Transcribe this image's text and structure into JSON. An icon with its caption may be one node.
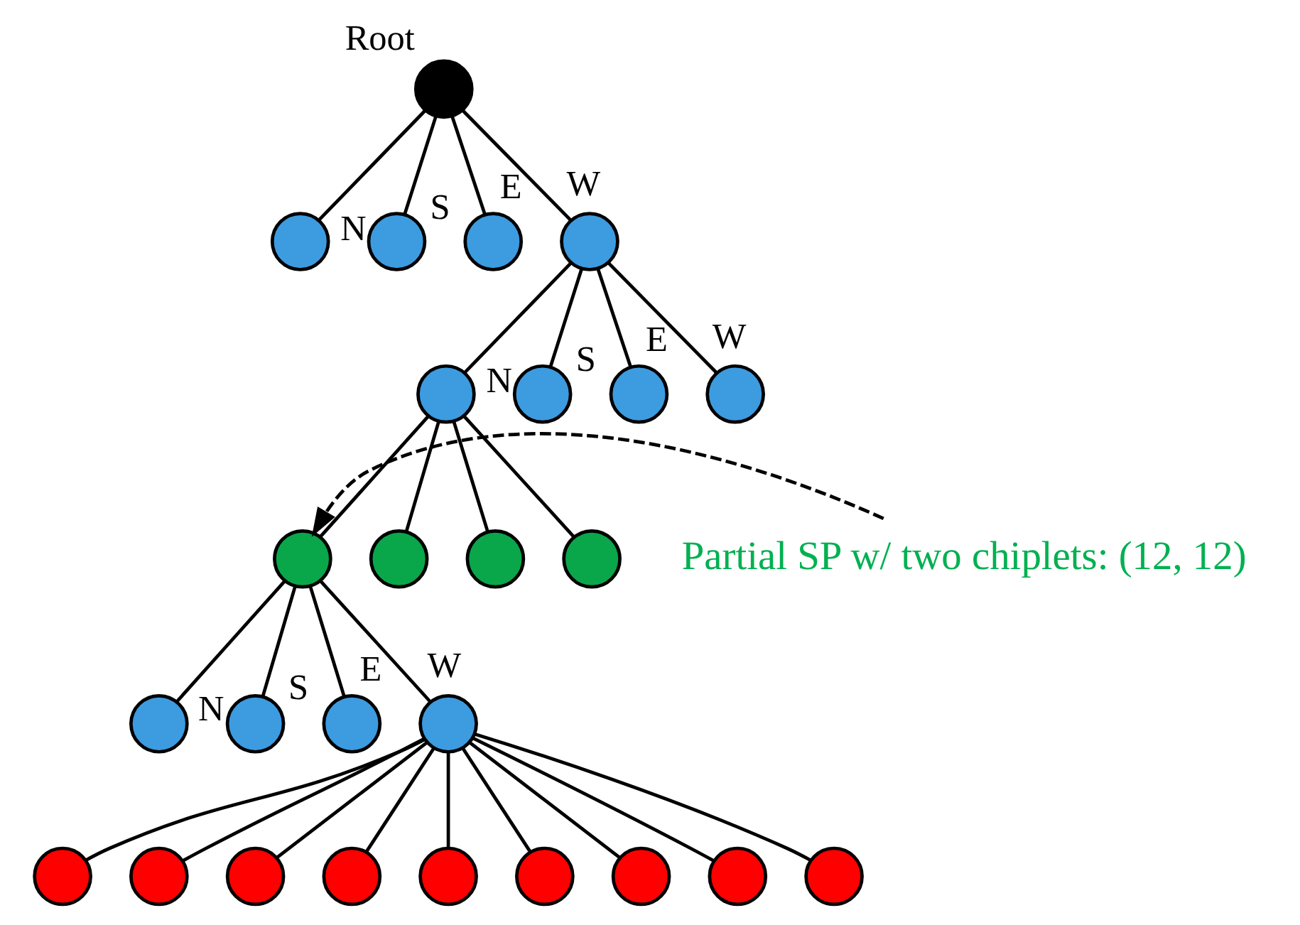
{
  "diagram": {
    "nodes": [
      {
        "text": [],
        "shape": "circle",
        "beside": [
          "Root"
        ]
      },
      {
        "text": [],
        "shape": "circle",
        "beside": [
          "N"
        ]
      },
      {
        "text": [],
        "shape": "circle",
        "beside": [
          "S"
        ]
      },
      {
        "text": [],
        "shape": "circle",
        "beside": [
          "E"
        ]
      },
      {
        "text": [],
        "shape": "circle",
        "beside": [
          "W"
        ]
      },
      {
        "text": [],
        "shape": "circle",
        "beside": [
          "N"
        ]
      },
      {
        "text": [],
        "shape": "circle",
        "beside": [
          "S"
        ]
      },
      {
        "text": [],
        "shape": "circle",
        "beside": [
          "E"
        ]
      },
      {
        "text": [],
        "shape": "circle",
        "beside": [
          "W"
        ]
      },
      {
        "text": [],
        "shape": "circle"
      },
      {
        "text": [],
        "shape": "circle"
      },
      {
        "text": [],
        "shape": "circle"
      },
      {
        "text": [],
        "shape": "circle"
      },
      {
        "text": [],
        "shape": "circle",
        "beside": [
          "N"
        ]
      },
      {
        "text": [],
        "shape": "circle",
        "beside": [
          "S"
        ]
      },
      {
        "text": [],
        "shape": "circle",
        "beside": [
          "E"
        ]
      },
      {
        "text": [],
        "shape": "circle",
        "beside": [
          "W"
        ]
      },
      {
        "text": [],
        "shape": "circle"
      },
      {
        "text": [],
        "shape": "circle"
      },
      {
        "text": [],
        "shape": "circle"
      },
      {
        "text": [],
        "shape": "circle"
      },
      {
        "text": [],
        "shape": "circle"
      },
      {
        "text": [],
        "shape": "circle"
      },
      {
        "text": [],
        "shape": "circle"
      },
      {
        "text": [],
        "shape": "circle"
      },
      {
        "text": [],
        "shape": "circle"
      },
      {
        "text": [
          "Partial SP w/ two chiplets: (12, 12)"
        ]
      }
    ],
    "edges": [
      {
        "from": 0,
        "to": 1,
        "arrow": "none"
      },
      {
        "from": 0,
        "to": 2,
        "arrow": "none"
      },
      {
        "from": 0,
        "to": 3,
        "arrow": "none"
      },
      {
        "from": 0,
        "to": 4,
        "arrow": "none"
      },
      {
        "from": 4,
        "to": 5,
        "arrow": "none"
      },
      {
        "from": 4,
        "to": 6,
        "arrow": "none"
      },
      {
        "from": 4,
        "to": 7,
        "arrow": "none"
      },
      {
        "from": 4,
        "to": 8,
        "arrow": "none"
      },
      {
        "from": 5,
        "to": 9,
        "arrow": "none"
      },
      {
        "from": 5,
        "to": 10,
        "arrow": "none"
      },
      {
        "from": 5,
        "to": 11,
        "arrow": "none"
      },
      {
        "from": 5,
        "to": 12,
        "arrow": "none"
      },
      {
        "from": 9,
        "to": 13,
        "arrow": "none"
      },
      {
        "from": 9,
        "to": 14,
        "arrow": "none"
      },
      {
        "from": 9,
        "to": 15,
        "arrow": "none"
      },
      {
        "from": 9,
        "to": 16,
        "arrow": "none"
      },
      {
        "from": 16,
        "to": 17,
        "arrow": "none"
      },
      {
        "from": 16,
        "to": 18,
        "arrow": "none"
      },
      {
        "from": 16,
        "to": 19,
        "arrow": "none"
      },
      {
        "from": 16,
        "to": 20,
        "arrow": "none"
      },
      {
        "from": 16,
        "to": 21,
        "arrow": "none"
      },
      {
        "from": 16,
        "to": 22,
        "arrow": "none"
      },
      {
        "from": 16,
        "to": 23,
        "arrow": "none"
      },
      {
        "from": 16,
        "to": 24,
        "arrow": "none"
      },
      {
        "from": 16,
        "to": 25,
        "arrow": "none"
      },
      {
        "from": 26,
        "to": 9,
        "arrow": "to",
        "style": "dashed"
      }
    ]
  }
}
